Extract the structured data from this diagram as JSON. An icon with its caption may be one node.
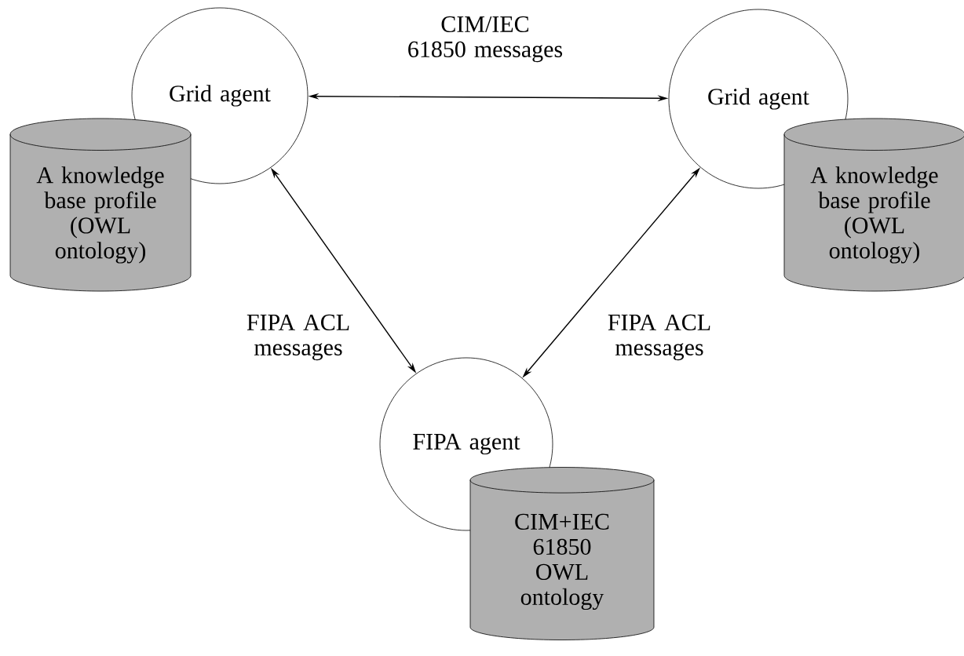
{
  "diagram": {
    "nodes": [
      {
        "text": [
          "Grid agent"
        ]
      },
      {
        "text": [
          "A knowledge base profile (OWL ontology)"
        ]
      },
      {
        "text": [
          "Grid agent"
        ]
      },
      {
        "text": [
          "A knowledge base profile (OWL ontology)"
        ]
      },
      {
        "text": [
          "FIPA agent"
        ]
      },
      {
        "text": [
          "CIM+IEC 61850 OWL ontology"
        ]
      }
    ],
    "edges": [
      {
        "from": 0,
        "to": 2,
        "arrow": "both",
        "label": "CIM/IEC 61850 messages"
      },
      {
        "from": 0,
        "to": 4,
        "arrow": "both",
        "label": "FIPA ACL messages"
      },
      {
        "from": 2,
        "to": 4,
        "arrow": "both",
        "label": "FIPA ACL messages"
      }
    ]
  }
}
